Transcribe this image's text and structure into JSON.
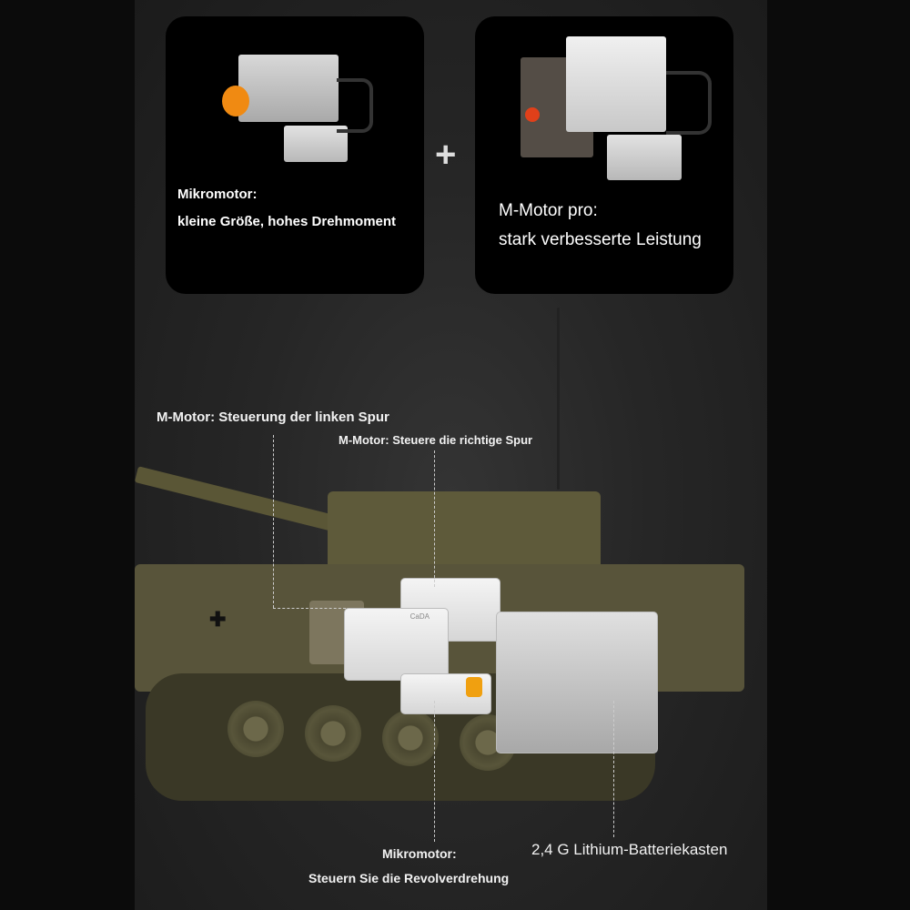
{
  "cards": [
    {
      "title": "Mikromotor:",
      "subtitle": "kleine Größe, hohes Drehmoment"
    },
    {
      "title": "M-Motor pro:",
      "subtitle": "stark verbesserte Leistung"
    }
  ],
  "plus": "+",
  "motor_logo": "CaDA",
  "callouts": {
    "left_track": "M-Motor: Steuerung der linken Spur",
    "right_track": "M-Motor: Steuere die richtige Spur",
    "turret_title": "Mikromotor:",
    "turret_desc": "Steuern Sie die Revolverdrehung",
    "battery": "2,4 G Lithium-Batteriekasten"
  }
}
